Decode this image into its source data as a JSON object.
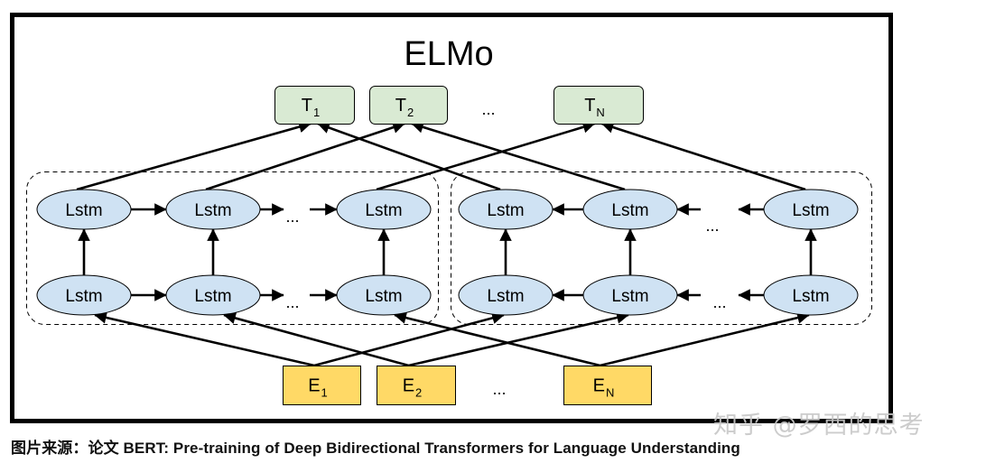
{
  "title": "ELMo",
  "colors": {
    "frame": "#000000",
    "output_fill": "#d9ead3",
    "lstm_fill": "#cfe2f3",
    "embedding_fill": "#ffd966",
    "arrow": "#000000",
    "caption": "#111111",
    "watermark": "#c8c8c8"
  },
  "outputs": [
    {
      "id": "T1",
      "base": "T",
      "sub": "1"
    },
    {
      "id": "T2",
      "base": "T",
      "sub": "2"
    },
    {
      "id": "TN",
      "base": "T",
      "sub": "N"
    }
  ],
  "outputs_ellipsis": "...",
  "embeddings": [
    {
      "id": "E1",
      "base": "E",
      "sub": "1"
    },
    {
      "id": "E2",
      "base": "E",
      "sub": "2"
    },
    {
      "id": "EN",
      "base": "E",
      "sub": "N"
    }
  ],
  "embeddings_ellipsis": "...",
  "lstm_label": "Lstm",
  "chain_ellipsis": "...",
  "groups": [
    {
      "name": "forward",
      "direction": "left-to-right",
      "layers": 2,
      "cells_shown": 3
    },
    {
      "name": "backward",
      "direction": "right-to-left",
      "layers": 2,
      "cells_shown": 3
    }
  ],
  "connections": {
    "embedding_to_forward": [
      [
        "E1",
        0
      ],
      [
        "E2",
        1
      ],
      [
        "EN",
        2
      ]
    ],
    "embedding_to_backward": [
      [
        "E1",
        0
      ],
      [
        "E2",
        1
      ],
      [
        "EN",
        2
      ]
    ],
    "forward_to_output": [
      [
        0,
        "T1"
      ],
      [
        1,
        "T2"
      ],
      [
        2,
        "TN"
      ]
    ],
    "backward_to_output": [
      [
        0,
        "T1"
      ],
      [
        1,
        "T2"
      ],
      [
        2,
        "TN"
      ]
    ]
  },
  "caption": "图片来源：论文 BERT: Pre-training of Deep Bidirectional Transformers for Language Understanding",
  "watermark": "知乎 @罗西的思考"
}
